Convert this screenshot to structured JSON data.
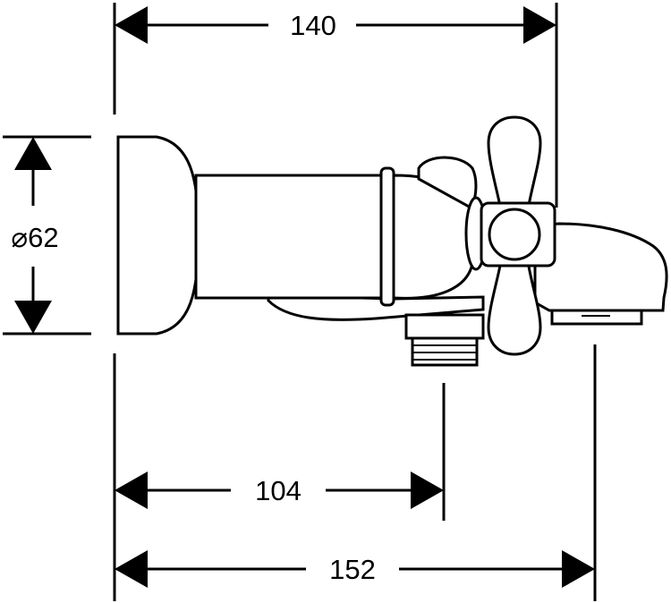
{
  "dimensions": {
    "top_width": "140",
    "diameter": "⌀62",
    "outlet_offset": "104",
    "total_width": "152"
  },
  "colors": {
    "stroke": "#000000",
    "background": "#ffffff"
  }
}
